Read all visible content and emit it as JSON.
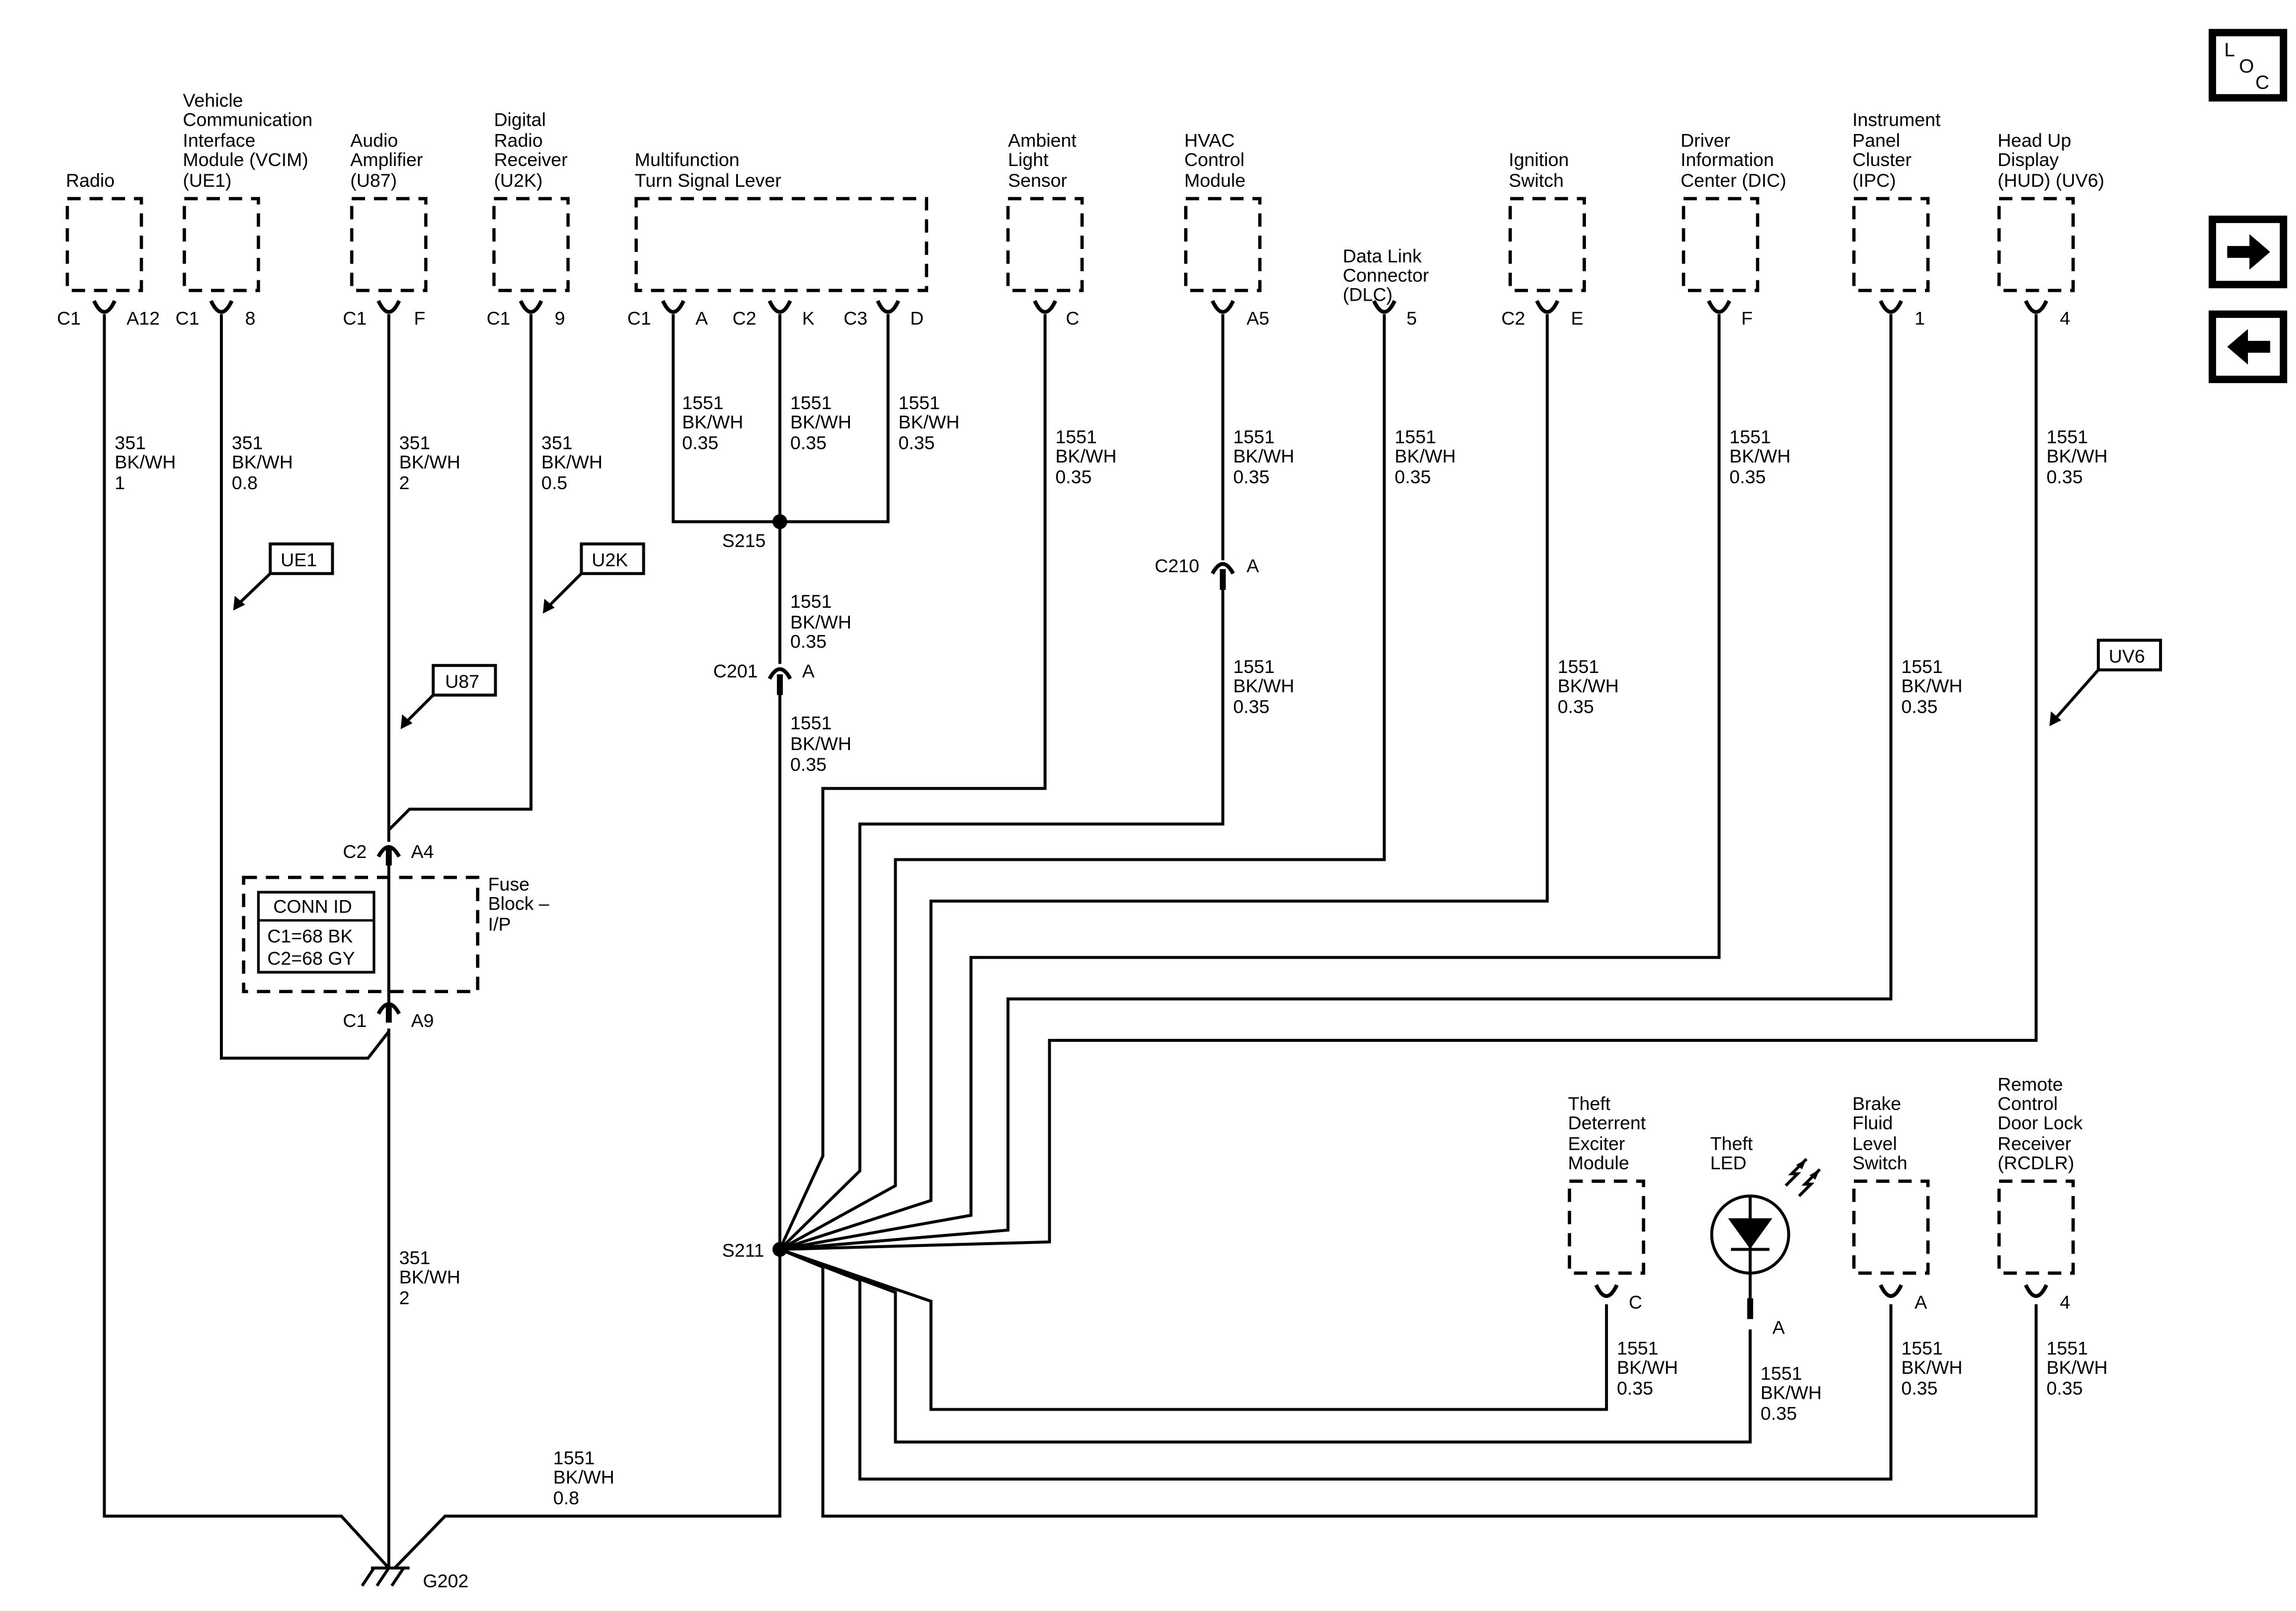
{
  "nav": {
    "loc_l": "L",
    "loc_o": "O",
    "loc_c": "C"
  },
  "components": {
    "radio": [
      "Radio"
    ],
    "vcim": [
      "Vehicle",
      "Communication",
      "Interface",
      "Module (VCIM)",
      "(UE1)"
    ],
    "amp": [
      "Audio",
      "Amplifier",
      "(U87)"
    ],
    "drr": [
      "Digital",
      "Radio",
      "Receiver",
      "(U2K)"
    ],
    "mfl": [
      "Multifunction",
      "Turn Signal Lever"
    ],
    "als": [
      "Ambient",
      "Light",
      "Sensor"
    ],
    "hvac": [
      "HVAC",
      "Control",
      "Module"
    ],
    "dlc": [
      "Data Link",
      "Connector",
      "(DLC)"
    ],
    "ign": [
      "Ignition",
      "Switch"
    ],
    "dic": [
      "Driver",
      "Information",
      "Center (DIC)"
    ],
    "ipc": [
      "Instrument",
      "Panel",
      "Cluster",
      "(IPC)"
    ],
    "hud": [
      "Head Up",
      "Display",
      "(HUD) (UV6)"
    ],
    "tdem": [
      "Theft",
      "Deterrent",
      "Exciter",
      "Module"
    ],
    "led": [
      "Theft",
      "LED"
    ],
    "bfl": [
      "Brake",
      "Fluid",
      "Level",
      "Switch"
    ],
    "rcdlr": [
      "Remote",
      "Control",
      "Door Lock",
      "Receiver",
      "(RCDLR)"
    ],
    "fuse": [
      "Fuse",
      "Block –",
      "I/P"
    ]
  },
  "connid": {
    "title": "CONN ID",
    "c1": "C1=68 BK",
    "c2": "C2=68 GY"
  },
  "pins": {
    "radio_c": "C1",
    "radio_p": "A12",
    "vcim_c": "C1",
    "vcim_p": "8",
    "amp_c": "C1",
    "amp_p": "F",
    "drr_c": "C1",
    "drr_p": "9",
    "mfl1_c": "C1",
    "mfl1_p": "A",
    "mfl2_c": "C2",
    "mfl2_p": "K",
    "mfl3_c": "C3",
    "mfl3_p": "D",
    "als_p": "C",
    "hvac_p": "A5",
    "dlc_p": "5",
    "ign_c": "C2",
    "ign_p": "E",
    "dic_p": "F",
    "ipc_p": "1",
    "hud_p": "4",
    "tdem_p": "C",
    "led_p": "A",
    "bfl_p": "A",
    "rcdlr_p": "4",
    "fb_top_c": "C2",
    "fb_top_p": "A4",
    "fb_bot_c": "C1",
    "fb_bot_p": "A9",
    "c201": "C201",
    "c201_p": "A",
    "c210": "C210",
    "c210_p": "A"
  },
  "splices": {
    "s215": "S215",
    "s211": "S211",
    "ground": "G202"
  },
  "options": {
    "ue1": "UE1",
    "u2k": "U2K",
    "u87": "U87",
    "uv6": "UV6"
  },
  "wires": {
    "radio": [
      "351",
      "BK/WH",
      "1"
    ],
    "vcim": [
      "351",
      "BK/WH",
      "0.8"
    ],
    "amp": [
      "351",
      "BK/WH",
      "2"
    ],
    "drr": [
      "351",
      "BK/WH",
      "0.5"
    ],
    "mfl1": [
      "1551",
      "BK/WH",
      "0.35"
    ],
    "mfl2": [
      "1551",
      "BK/WH",
      "0.35"
    ],
    "mfl3": [
      "1551",
      "BK/WH",
      "0.35"
    ],
    "s215_down": [
      "1551",
      "BK/WH",
      "0.35"
    ],
    "c201_down": [
      "1551",
      "BK/WH",
      "0.35"
    ],
    "als": [
      "1551",
      "BK/WH",
      "0.35"
    ],
    "hvac_up": [
      "1551",
      "BK/WH",
      "0.35"
    ],
    "hvac_down": [
      "1551",
      "BK/WH",
      "0.35"
    ],
    "dlc": [
      "1551",
      "BK/WH",
      "0.35"
    ],
    "ign": [
      "1551",
      "BK/WH",
      "0.35"
    ],
    "dic": [
      "1551",
      "BK/WH",
      "0.35"
    ],
    "ipc": [
      "1551",
      "BK/WH",
      "0.35"
    ],
    "hud": [
      "1551",
      "BK/WH",
      "0.35"
    ],
    "amp_ground": [
      "351",
      "BK/WH",
      "2"
    ],
    "s211_ground": [
      "1551",
      "BK/WH",
      "0.8"
    ],
    "tdem": [
      "1551",
      "BK/WH",
      "0.35"
    ],
    "led": [
      "1551",
      "BK/WH",
      "0.35"
    ],
    "bfl": [
      "1551",
      "BK/WH",
      "0.35"
    ],
    "rcdlr": [
      "1551",
      "BK/WH",
      "0.35"
    ]
  }
}
